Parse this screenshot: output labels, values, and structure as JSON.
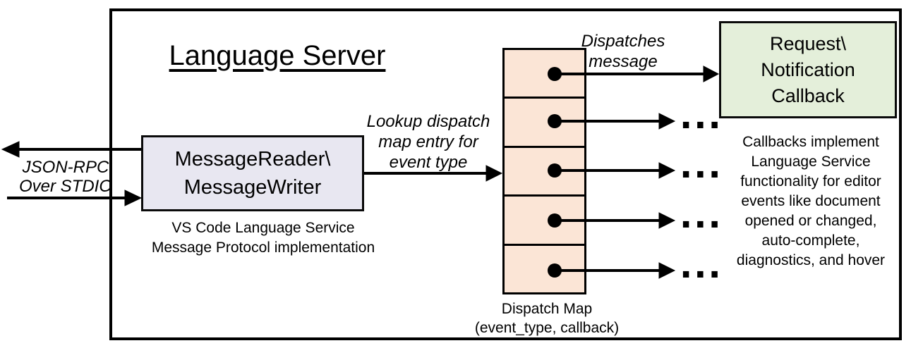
{
  "diagram": {
    "title": "Language Server",
    "io_label": "JSON-RPC\nOver STDIO",
    "reader_box_label": "MessageReader\\\nMessageWriter",
    "reader_caption": "VS Code Language Service\nMessage Protocol implementation",
    "lookup_label": "Lookup dispatch\nmap entry for\nevent type",
    "dispatches_label": "Dispatches\nmessage",
    "callback_box_label": "Request\\\nNotification\nCallback",
    "callback_note": "Callbacks implement\nLanguage Service\nfunctionality for editor\nevents like document\nopened or changed,\nauto-complete,\ndiagnostics, and hover",
    "dispatch_map_caption": "Dispatch Map\n(event_type, callback)",
    "ellipsis": "...",
    "colors": {
      "reader_box_fill": "#e8e7f1",
      "dispatch_cell_fill": "#fbe5d6",
      "callback_box_fill": "#e4efda",
      "line": "#000000"
    }
  }
}
